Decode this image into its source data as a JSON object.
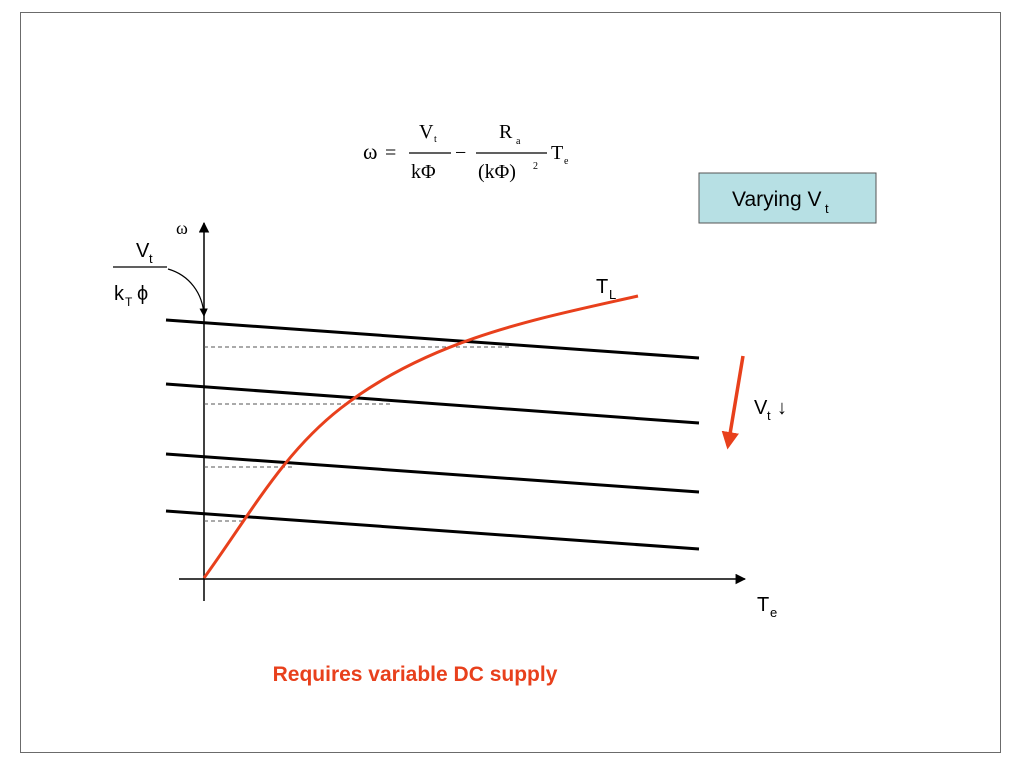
{
  "equation": {
    "lhs": "ω",
    "equals": "=",
    "term1_num_main": "V",
    "term1_num_sub": "t",
    "term1_den": "kΦ",
    "minus": "−",
    "term2_num_main": "R",
    "term2_num_sub": "a",
    "term2_den_main": "(kΦ)",
    "term2_den_sup": "2",
    "term2_tail_main": "T",
    "term2_tail_sub": "e"
  },
  "badge": {
    "label_main": "Varying V",
    "label_sub": "t",
    "fill": "#b7e0e4",
    "border": "#555555"
  },
  "axes": {
    "y_label": "ω",
    "x_label_main": "T",
    "x_label_sub": "e"
  },
  "intercept_label": {
    "num_main": "V",
    "num_sub": "t",
    "den_k": "k",
    "den_sub": "T",
    "den_phi": "ϕ"
  },
  "load_curve_label": {
    "main": "T",
    "sub": "L"
  },
  "trend_label": {
    "main": "V",
    "sub": "t",
    "arrow": "↓"
  },
  "footer_note": "Requires variable DC supply",
  "colors": {
    "accent": "#e8401c",
    "line": "#000000",
    "dashed": "#555555"
  }
}
